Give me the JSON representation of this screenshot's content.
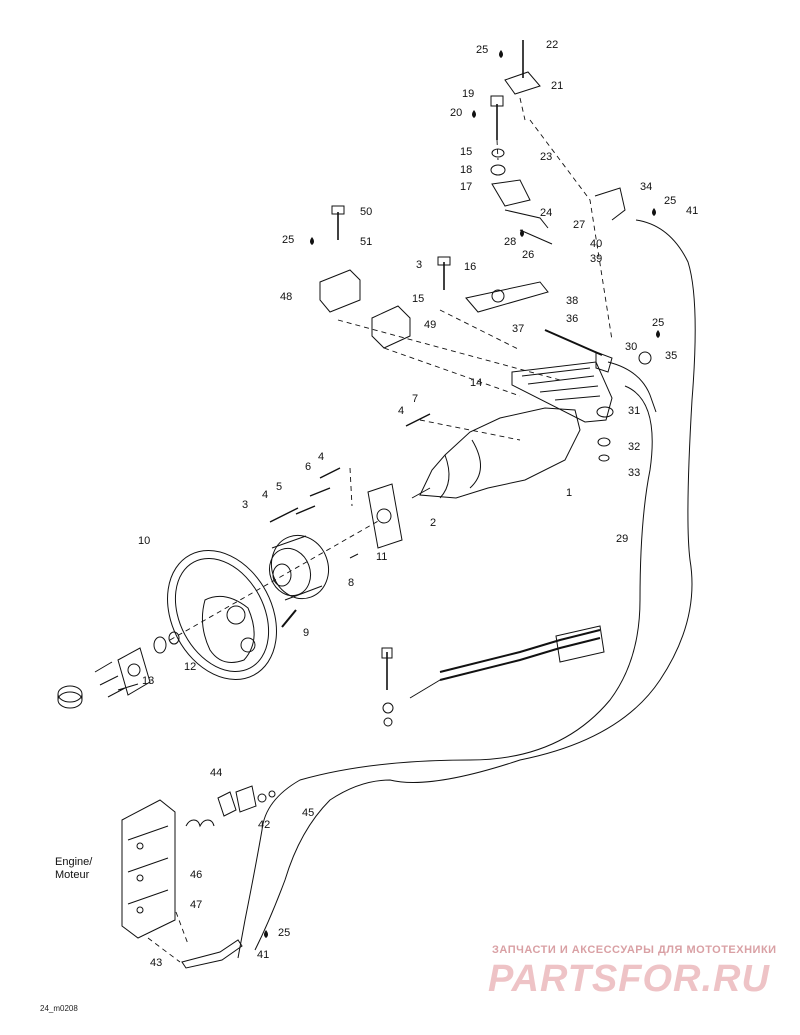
{
  "labels": {
    "l1": "1",
    "l2": "2",
    "l3a": "3",
    "l3b": "3",
    "l4a": "4",
    "l4b": "4",
    "l4c": "4",
    "l5": "5",
    "l6": "6",
    "l7": "7",
    "l8": "8",
    "l9": "9",
    "l10": "10",
    "l11": "11",
    "l12": "12",
    "l13": "13",
    "l14": "14",
    "l15a": "15",
    "l15b": "15",
    "l16": "16",
    "l17": "17",
    "l18": "18",
    "l19": "19",
    "l20": "20",
    "l21": "21",
    "l22": "22",
    "l23": "23",
    "l24": "24",
    "l25a": "25",
    "l25b": "25",
    "l25c": "25",
    "l25d": "25",
    "l25e": "25",
    "l26": "26",
    "l27": "27",
    "l28": "28",
    "l29": "29",
    "l30": "30",
    "l31": "31",
    "l32": "32",
    "l33": "33",
    "l34": "34",
    "l35": "35",
    "l36": "36",
    "l37": "37",
    "l38": "38",
    "l39": "39",
    "l40": "40",
    "l41a": "41",
    "l41b": "41",
    "l42": "42",
    "l43": "43",
    "l44": "44",
    "l45": "45",
    "l46": "46",
    "l47": "47",
    "l48": "48",
    "l49": "49",
    "l50": "50",
    "l51": "51"
  },
  "engine_label_en": "Engine/",
  "engine_label_fr": "Moteur",
  "diagram_code": "24_m0208",
  "watermark_line1": "ЗАПЧАСТИ И АКСЕССУАРЫ ДЛЯ МОТОТЕХНИКИ",
  "watermark_line2": "PARTSFOR.RU",
  "colors": {
    "ink": "#111111",
    "watermark": "#e9b7bb"
  }
}
